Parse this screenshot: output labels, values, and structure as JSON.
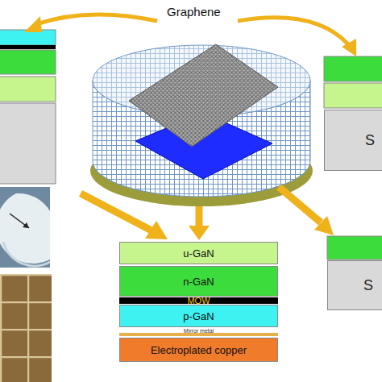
{
  "diagram": {
    "nodes": [
      {
        "text": [
          "S"
        ]
      },
      {
        "text": [
          "u-GaN"
        ]
      },
      {
        "text": [
          "n-GaN"
        ]
      },
      {
        "text": [
          "MQW"
        ]
      },
      {
        "text": [
          "p-GaN"
        ]
      },
      {
        "text": [
          "Mirror metal"
        ]
      },
      {
        "text": [
          "Electroplated copper"
        ]
      },
      {
        "text": [
          "S"
        ]
      }
    ],
    "labels": [
      "Graphene"
    ]
  }
}
